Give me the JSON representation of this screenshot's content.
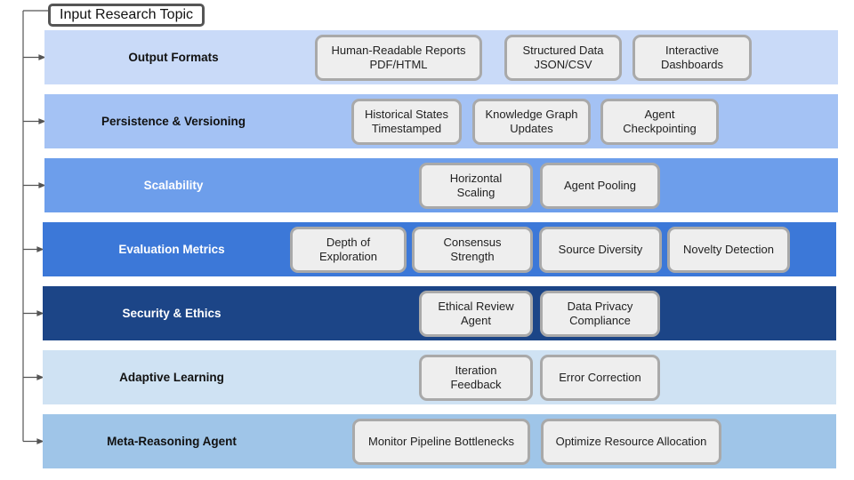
{
  "root": {
    "label": "Input Research Topic"
  },
  "bands": [
    {
      "id": "output-formats",
      "label": "Output Formats",
      "bg": "#c9daf8",
      "fg": "#111111",
      "items": [
        [
          "Human-Readable Reports",
          "PDF/HTML"
        ],
        [
          "Structured Data",
          "JSON/CSV"
        ],
        [
          "Interactive",
          "Dashboards"
        ]
      ]
    },
    {
      "id": "persistence-versioning",
      "label": "Persistence & Versioning",
      "bg": "#a4c2f4",
      "fg": "#111111",
      "items": [
        [
          "Historical States",
          "Timestamped"
        ],
        [
          "Knowledge Graph",
          "Updates"
        ],
        [
          "Agent",
          "Checkpointing"
        ]
      ]
    },
    {
      "id": "scalability",
      "label": "Scalability",
      "bg": "#6d9eeb",
      "fg": "#ffffff",
      "items": [
        [
          "Horizontal",
          "Scaling"
        ],
        [
          "Agent Pooling"
        ]
      ]
    },
    {
      "id": "evaluation-metrics",
      "label": "Evaluation Metrics",
      "bg": "#3c78d8",
      "fg": "#ffffff",
      "items": [
        [
          "Depth of",
          "Exploration"
        ],
        [
          "Consensus",
          "Strength"
        ],
        [
          "Source Diversity"
        ],
        [
          "Novelty Detection"
        ]
      ]
    },
    {
      "id": "security-ethics",
      "label": "Security & Ethics",
      "bg": "#1c4587",
      "fg": "#ffffff",
      "items": [
        [
          "Ethical Review",
          "Agent"
        ],
        [
          "Data Privacy",
          "Compliance"
        ]
      ]
    },
    {
      "id": "adaptive-learning",
      "label": "Adaptive Learning",
      "bg": "#cfe2f3",
      "fg": "#111111",
      "items": [
        [
          "Iteration",
          "Feedback"
        ],
        [
          "Error Correction"
        ]
      ]
    },
    {
      "id": "meta-reasoning-agent",
      "label": "Meta-Reasoning Agent",
      "bg": "#9fc5e8",
      "fg": "#111111",
      "items": [
        [
          "Monitor Pipeline Bottlenecks"
        ],
        [
          "Optimize Resource Allocation"
        ]
      ]
    }
  ]
}
